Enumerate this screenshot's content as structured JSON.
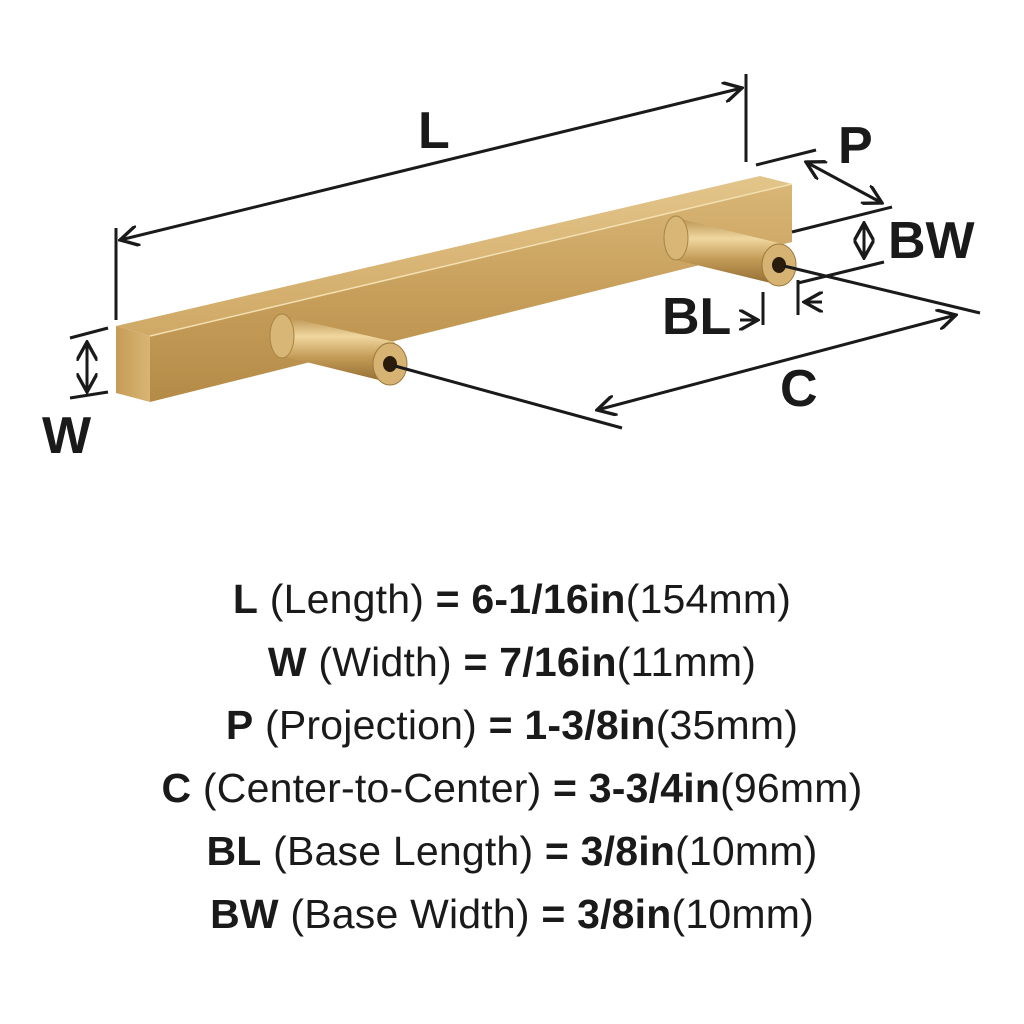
{
  "diagram": {
    "subject": "Square bar cabinet pull with two cylindrical posts",
    "finish_color": "#c9a461",
    "labels": {
      "L": "L",
      "P": "P",
      "BW": "BW",
      "BL": "BL",
      "C": "C",
      "W": "W"
    }
  },
  "specs": [
    {
      "key": "L",
      "desc": "(Length)",
      "eq": "=",
      "imperial": "6-1/16in",
      "metric": "(154mm)"
    },
    {
      "key": "W",
      "desc": "(Width)",
      "eq": "=",
      "imperial": "7/16in",
      "metric": "(11mm)"
    },
    {
      "key": "P",
      "desc": "(Projection)",
      "eq": "=",
      "imperial": "1-3/8in",
      "metric": "(35mm)"
    },
    {
      "key": "C",
      "desc": "(Center-to-Center)",
      "eq": "=",
      "imperial": "3-3/4in",
      "metric": "(96mm)"
    },
    {
      "key": "BL",
      "desc": "(Base Length)",
      "eq": "=",
      "imperial": "3/8in",
      "metric": "(10mm)"
    },
    {
      "key": "BW",
      "desc": "(Base Width)",
      "eq": "=",
      "imperial": "3/8in",
      "metric": "(10mm)"
    }
  ]
}
